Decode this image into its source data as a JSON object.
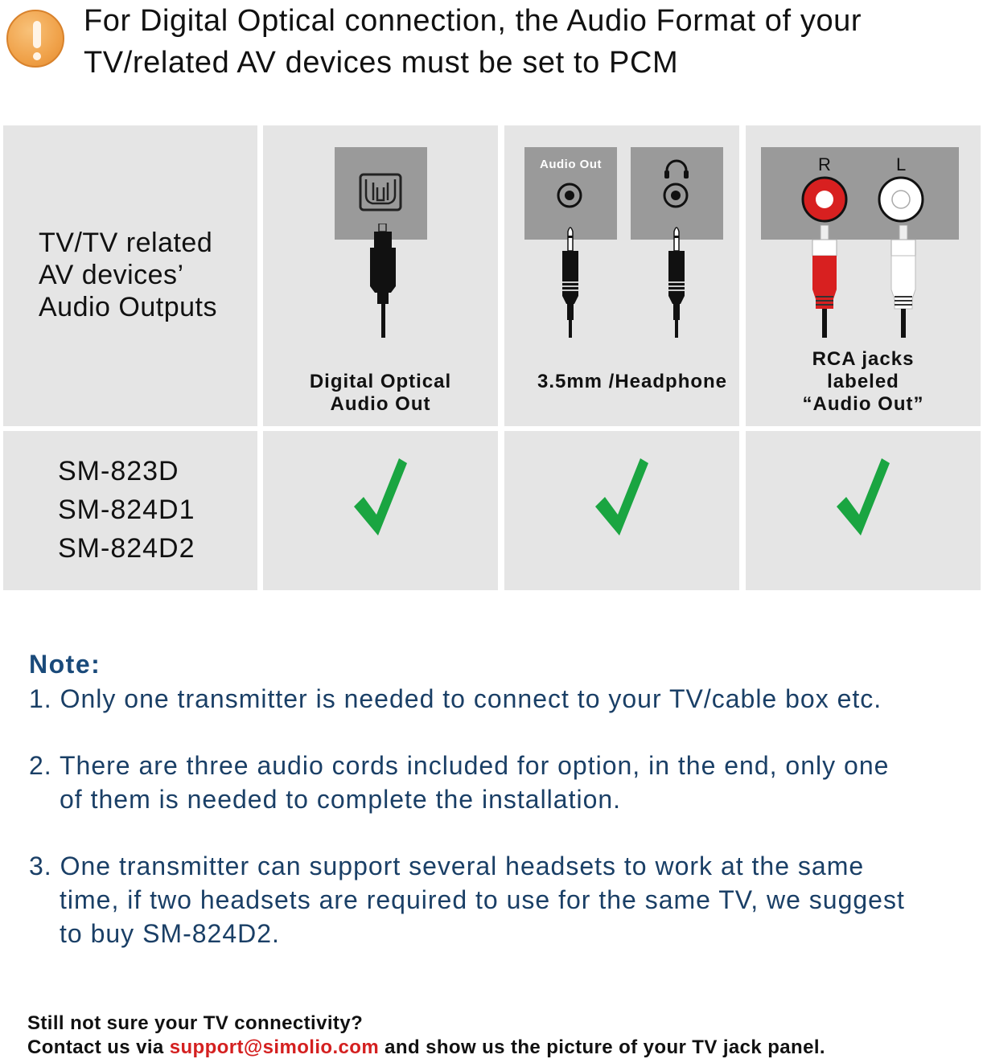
{
  "banner": {
    "icon": "warning-exclamation-icon",
    "line1": "For Digital Optical connection, the Audio Format of your",
    "line2": "TV/related AV devices must be set to PCM"
  },
  "table": {
    "header_label_lines": [
      "TV/TV related",
      "AV devices’",
      "Audio Outputs"
    ],
    "columns": [
      {
        "label_lines": [
          "Digital Optical",
          "Audio Out"
        ],
        "icon": "optical-toslink-port-icon"
      },
      {
        "label_lines": [
          "3.5mm /Headphone"
        ],
        "panel_text": "Audio Out",
        "icon": "headphone-icon"
      },
      {
        "label_lines": [
          "RCA  jacks",
          "labeled",
          "“Audio Out”"
        ],
        "panel_left": "R",
        "panel_right": "L",
        "icon": "rca-jack-icon"
      }
    ],
    "models": [
      "SM-823D",
      "SM-824D1",
      "SM-824D2"
    ],
    "checks": [
      "check",
      "check",
      "check"
    ],
    "check_color": "#1aa541"
  },
  "notes": {
    "title": "Note:",
    "items": [
      {
        "first": "1. Only one transmitter is needed to connect to your TV/cable box etc.",
        "rest": []
      },
      {
        "first": "2. There are three audio cords included for option, in the end, only one",
        "rest": [
          "of them is needed to complete the installation."
        ]
      },
      {
        "first": "3. One transmitter can support several headsets to work at the same",
        "rest": [
          "time, if two headsets are required to use for the same TV, we suggest",
          "to buy SM-824D2."
        ]
      }
    ]
  },
  "footer": {
    "line1": "Still not sure your TV connectivity?",
    "line2_prefix": "Contact us via ",
    "email": "support@simolio.com",
    "line2_suffix": " and show us the picture of your TV jack panel."
  }
}
